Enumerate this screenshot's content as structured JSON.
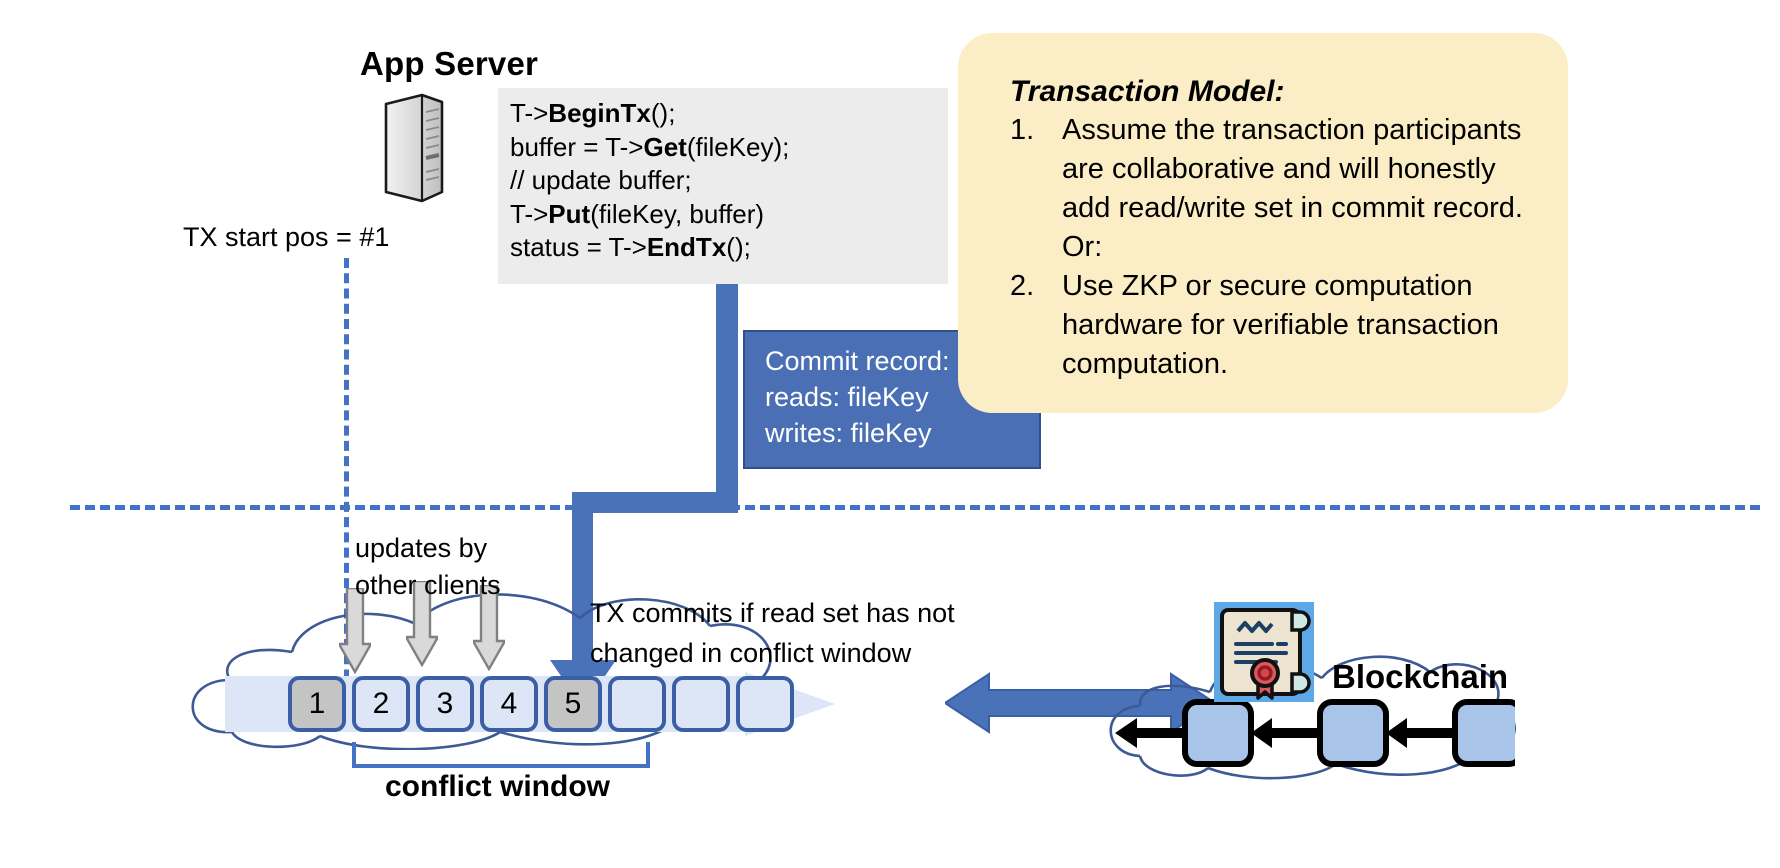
{
  "app_server": {
    "title": "App Server",
    "icon": "server-tower-icon",
    "code_lines": [
      {
        "pre": "T->",
        "bold": "BeginTx",
        "post": "();"
      },
      {
        "pre": "buffer = T->",
        "bold": "Get",
        "post": "(fileKey);"
      },
      {
        "pre": "// update buffer;",
        "bold": "",
        "post": ""
      },
      {
        "pre": "T->",
        "bold": "Put",
        "post": "(fileKey, buffer)"
      },
      {
        "pre": "status = T->",
        "bold": "EndTx",
        "post": "();"
      }
    ]
  },
  "tx_start": {
    "label": "TX start pos = #1"
  },
  "commit_record": {
    "title": "Commit record:",
    "reads": "reads: fileKey",
    "writes": "writes: fileKey"
  },
  "transaction_model": {
    "title": "Transaction Model:",
    "items": [
      {
        "num": "1.",
        "text": "Assume the transaction participants are collaborative and will honestly add read/write set in commit record.  Or:"
      },
      {
        "num": "2.",
        "text": "Use ZKP or secure computation hardware for verifiable transaction computation."
      }
    ]
  },
  "ledger": {
    "updates_label_line1": "updates by",
    "updates_label_line2": "other clients",
    "commits_label_line1": "TX commits if read set has not",
    "commits_label_line2": "changed in conflict window",
    "conflict_window_label": "conflict window",
    "blocks": [
      {
        "label": "1",
        "state": "committed"
      },
      {
        "label": "2",
        "state": "update"
      },
      {
        "label": "3",
        "state": "update"
      },
      {
        "label": "4",
        "state": "update"
      },
      {
        "label": "5",
        "state": "committed"
      },
      {
        "label": "",
        "state": "empty"
      },
      {
        "label": "",
        "state": "empty"
      },
      {
        "label": "",
        "state": "empty"
      }
    ],
    "update_arrow_count": 3
  },
  "blockchain": {
    "label": "Blockchain",
    "icon": "certificate-icon",
    "block_count": 3
  },
  "colors": {
    "accent_blue": "#4472c4",
    "arrow_blue": "#4a72b8",
    "commit_box": "#4a6fb5",
    "callout_yellow": "#fbeec6",
    "code_panel_grey": "#ececec",
    "block_fill": "#dce6f6",
    "block_border": "#3a5fa5",
    "committed_block": "#c4c4c4",
    "cloud_stroke": "#3d5a96",
    "cert_bg": "#5fa8e8",
    "cert_seal": "#d9444a"
  }
}
